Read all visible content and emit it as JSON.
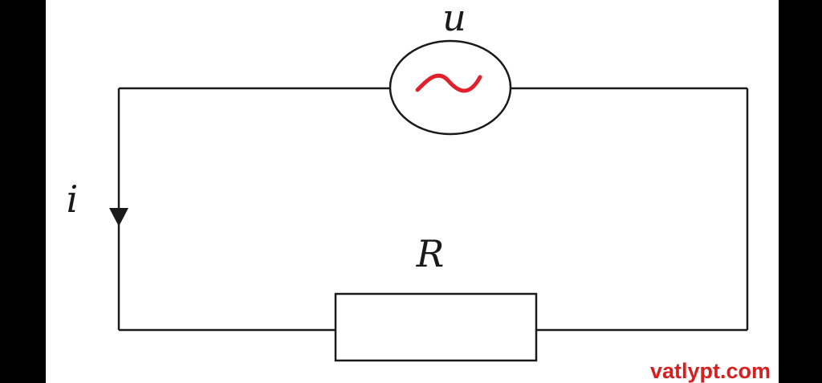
{
  "diagram": {
    "voltage_label": "u",
    "current_label": "i",
    "resistor_label": "R",
    "watermark": "vatlypt.com"
  },
  "colors": {
    "wire": "#1a1a1a",
    "ac_symbol": "#e0202a",
    "watermark": "#d42020"
  },
  "icons": {
    "source": "ac-source-icon",
    "arrow": "arrow-down-icon"
  }
}
